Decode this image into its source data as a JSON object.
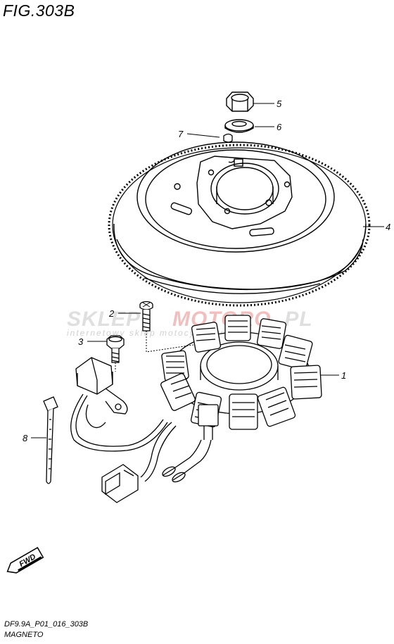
{
  "figure": {
    "title": "FIG.303B",
    "code": "DF9.9A_P01_016_303B",
    "name": "MAGNETO"
  },
  "callouts": [
    "1",
    "2",
    "3",
    "4",
    "5",
    "6",
    "7",
    "8"
  ],
  "watermark": {
    "brand_left": "SKLEP",
    "brand_right": "MOTORO",
    "brand_tld": ".PL",
    "tagline": "internetowy sklep motocyklowy"
  },
  "direction_arrow": {
    "label": "FWD"
  },
  "colors": {
    "ink": "#000000",
    "watermark_grey": "#d9d9d9",
    "watermark_red": "#f2b8b8"
  }
}
